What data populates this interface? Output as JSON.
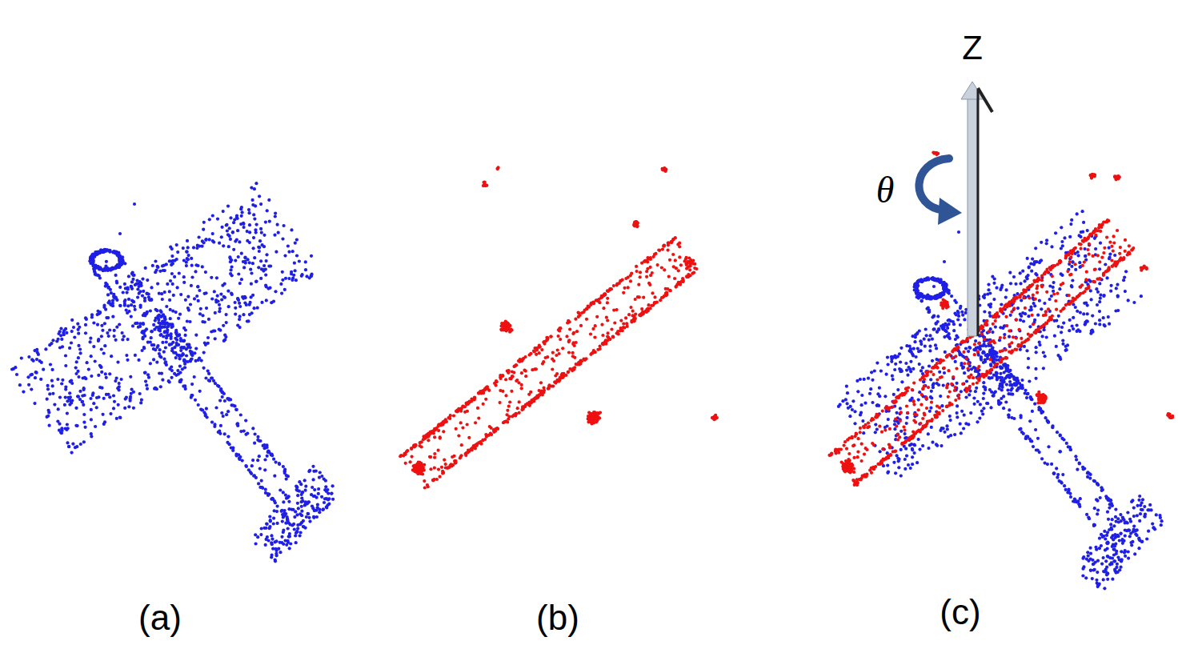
{
  "diagram": {
    "labels": [
      "(a)",
      "(b)",
      "(c)",
      "Z",
      "θ"
    ]
  }
}
